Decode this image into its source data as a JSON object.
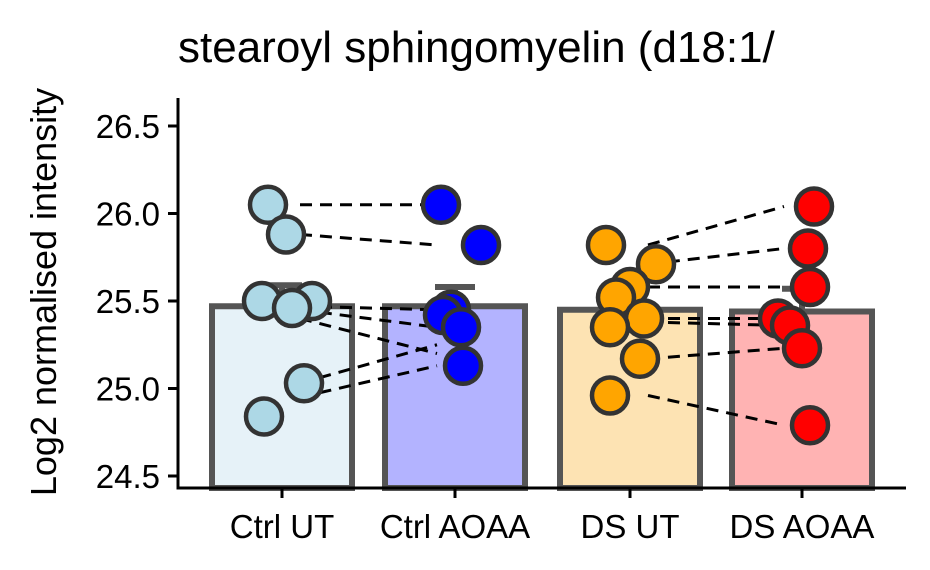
{
  "chart_data": {
    "type": "bar",
    "title": "stearoyl sphingomyelin (d18:1/",
    "xlabel": "",
    "ylabel": "Log2 normalised intensity",
    "ylim": [
      24.45,
      26.65
    ],
    "yticks": [
      24.5,
      25.0,
      25.5,
      26.0,
      26.5
    ],
    "ytick_labels": [
      "24.5",
      "25.0",
      "25.5",
      "26.0",
      "26.5"
    ],
    "grid": false,
    "legend": "none",
    "categories": [
      "Ctrl UT",
      "Ctrl AOAA",
      "DS UT",
      "DS AOAA"
    ],
    "values": [
      25.47,
      25.47,
      25.45,
      25.44
    ],
    "errors": [
      0.12,
      0.11,
      0.0,
      0.13
    ],
    "bar_fill": [
      "#e6f2f8",
      "#b3b3ff",
      "#fde3b3",
      "#ffb3b3"
    ],
    "point_fill": [
      "#add8e6",
      "#0000ff",
      "#ffa500",
      "#ff0000"
    ],
    "bar_stroke": "#555555",
    "points": [
      [
        26.05,
        25.88,
        25.5,
        25.5,
        25.46,
        25.03,
        24.84
      ],
      [
        26.05,
        25.82,
        25.45,
        25.42,
        25.35,
        25.13
      ],
      [
        25.82,
        25.71,
        25.58,
        25.52,
        25.4,
        25.35,
        25.17,
        24.96
      ],
      [
        26.04,
        25.8,
        25.58,
        25.4,
        25.36,
        25.23,
        24.79
      ]
    ],
    "pairs": [
      {
        "from": [
          0,
          26.05
        ],
        "to": [
          1,
          26.05
        ]
      },
      {
        "from": [
          0,
          25.88
        ],
        "to": [
          1,
          25.82
        ]
      },
      {
        "from": [
          0,
          25.47
        ],
        "to": [
          1,
          25.45
        ]
      },
      {
        "from": [
          0,
          25.45
        ],
        "to": [
          1,
          25.35
        ]
      },
      {
        "from": [
          0,
          25.4
        ],
        "to": [
          1,
          25.2
        ]
      },
      {
        "from": [
          0,
          25.03
        ],
        "to": [
          1,
          25.25
        ]
      },
      {
        "from": [
          0,
          24.95
        ],
        "to": [
          1,
          25.13
        ]
      },
      {
        "from": [
          2,
          25.82
        ],
        "to": [
          3,
          26.04
        ]
      },
      {
        "from": [
          2,
          25.71
        ],
        "to": [
          3,
          25.8
        ]
      },
      {
        "from": [
          2,
          25.58
        ],
        "to": [
          3,
          25.58
        ]
      },
      {
        "from": [
          2,
          25.4
        ],
        "to": [
          3,
          25.4
        ]
      },
      {
        "from": [
          2,
          25.38
        ],
        "to": [
          3,
          25.36
        ]
      },
      {
        "from": [
          2,
          25.17
        ],
        "to": [
          3,
          25.23
        ]
      },
      {
        "from": [
          2,
          24.96
        ],
        "to": [
          3,
          24.79
        ]
      }
    ]
  }
}
